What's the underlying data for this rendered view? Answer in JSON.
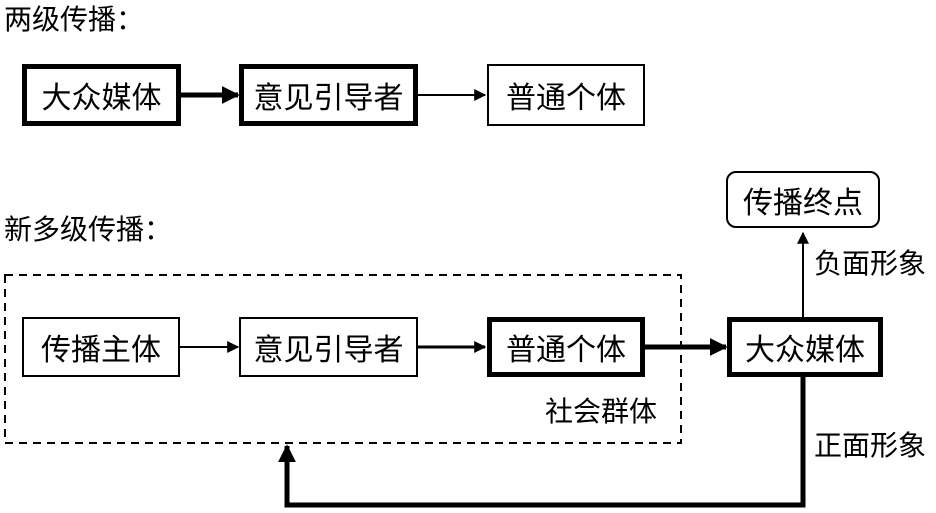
{
  "two_level": {
    "title": "两级传播：",
    "nodes": {
      "mass_media": "大众媒体",
      "opinion_leader": "意见引导者",
      "ordinary_individual": "普通个体"
    }
  },
  "multi_level": {
    "title": "新多级传播：",
    "nodes": {
      "source": "传播主体",
      "opinion_leader": "意见引导者",
      "ordinary_individual": "普通个体",
      "mass_media": "大众媒体",
      "endpoint": "传播终点"
    },
    "group_label": "社会群体",
    "edge_labels": {
      "negative": "负面形象",
      "positive": "正面形象"
    }
  }
}
